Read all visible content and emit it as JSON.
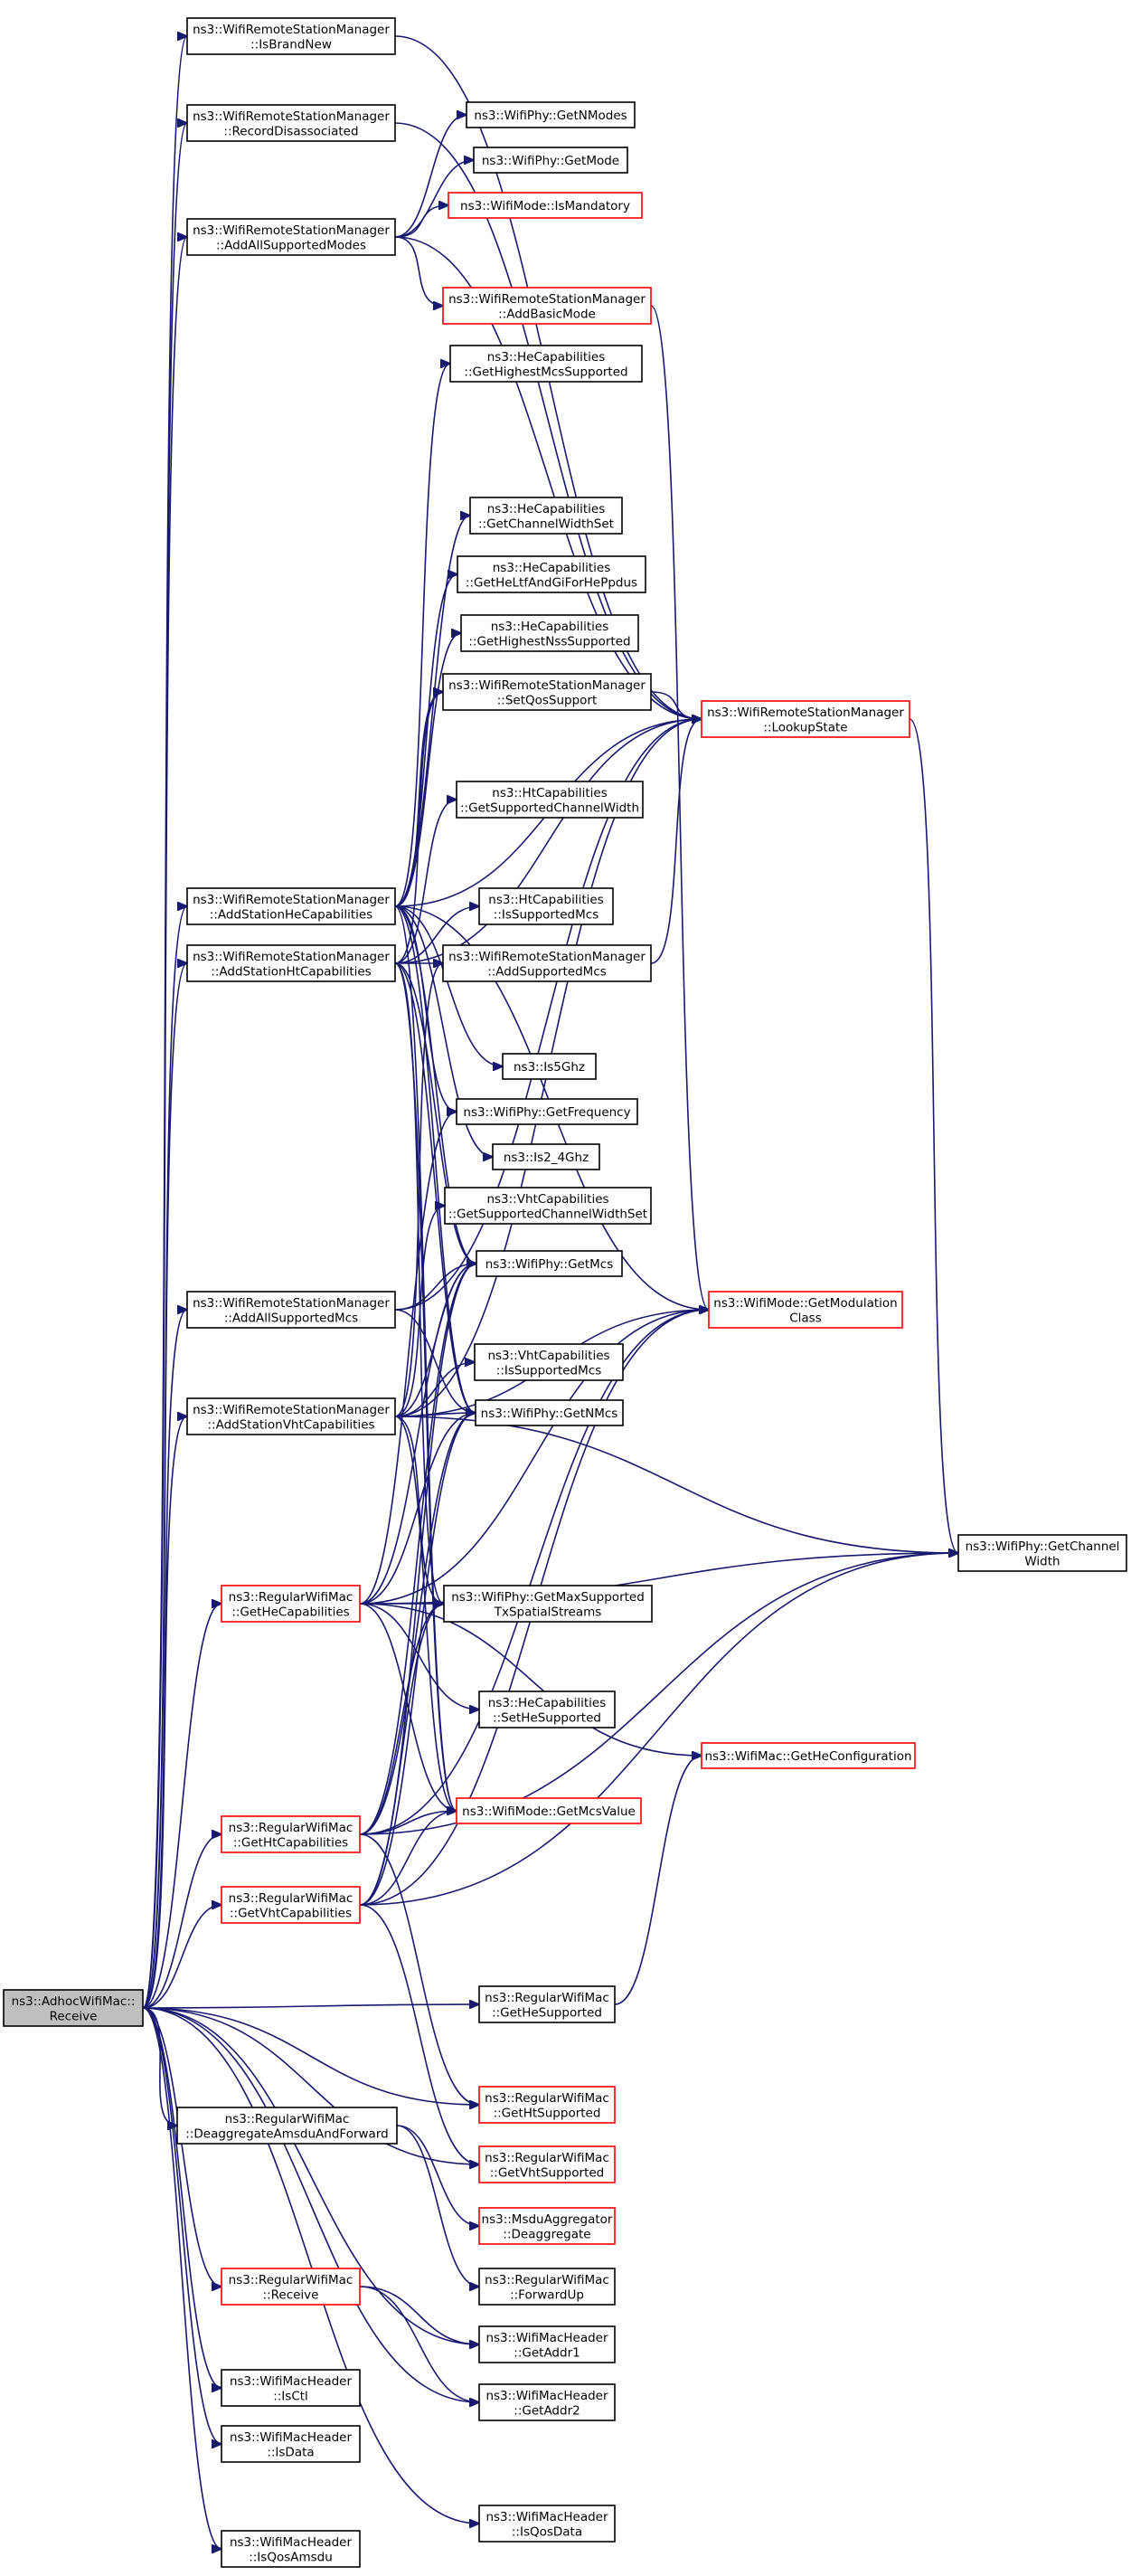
{
  "colors": {
    "edge": "#191970",
    "black_border": "#000000",
    "red_border": "#ff0000",
    "root_fill": "#bfbfbf"
  },
  "nodes": [
    {
      "id": "root",
      "lines": [
        "ns3::AdhocWifiMac::",
        "Receive"
      ],
      "border": "root"
    },
    {
      "id": "isBrandNew",
      "lines": [
        "ns3::WifiRemoteStationManager",
        "::IsBrandNew"
      ],
      "border": "black"
    },
    {
      "id": "recordDisassoc",
      "lines": [
        "ns3::WifiRemoteStationManager",
        "::RecordDisassociated"
      ],
      "border": "black"
    },
    {
      "id": "addAllSupportedModes",
      "lines": [
        "ns3::WifiRemoteStationManager",
        "::AddAllSupportedModes"
      ],
      "border": "black"
    },
    {
      "id": "getNModes",
      "lines": [
        "ns3::WifiPhy::GetNModes"
      ],
      "border": "black"
    },
    {
      "id": "getMode",
      "lines": [
        "ns3::WifiPhy::GetMode"
      ],
      "border": "black"
    },
    {
      "id": "isMandatory",
      "lines": [
        "ns3::WifiMode::IsMandatory"
      ],
      "border": "red"
    },
    {
      "id": "addBasicMode",
      "lines": [
        "ns3::WifiRemoteStationManager",
        "::AddBasicMode"
      ],
      "border": "red"
    },
    {
      "id": "heGetHighestMcs",
      "lines": [
        "ns3::HeCapabilities",
        "::GetHighestMcsSupported"
      ],
      "border": "black"
    },
    {
      "id": "heGetChannelWidthSet",
      "lines": [
        "ns3::HeCapabilities",
        "::GetChannelWidthSet"
      ],
      "border": "black"
    },
    {
      "id": "heGetHeLtf",
      "lines": [
        "ns3::HeCapabilities",
        "::GetHeLtfAndGiForHePpdus"
      ],
      "border": "black"
    },
    {
      "id": "heGetHighestNss",
      "lines": [
        "ns3::HeCapabilities",
        "::GetHighestNssSupported"
      ],
      "border": "black"
    },
    {
      "id": "setQosSupport",
      "lines": [
        "ns3::WifiRemoteStationManager",
        "::SetQosSupport"
      ],
      "border": "black"
    },
    {
      "id": "lookupState",
      "lines": [
        "ns3::WifiRemoteStationManager",
        "::LookupState"
      ],
      "border": "red"
    },
    {
      "id": "htGetSupportedCw",
      "lines": [
        "ns3::HtCapabilities",
        "::GetSupportedChannelWidth"
      ],
      "border": "black"
    },
    {
      "id": "addStationHe",
      "lines": [
        "ns3::WifiRemoteStationManager",
        "::AddStationHeCapabilities"
      ],
      "border": "black"
    },
    {
      "id": "htIsSupportedMcs",
      "lines": [
        "ns3::HtCapabilities",
        "::IsSupportedMcs"
      ],
      "border": "black"
    },
    {
      "id": "addStationHt",
      "lines": [
        "ns3::WifiRemoteStationManager",
        "::AddStationHtCapabilities"
      ],
      "border": "black"
    },
    {
      "id": "addSupportedMcs",
      "lines": [
        "ns3::WifiRemoteStationManager",
        "::AddSupportedMcs"
      ],
      "border": "black"
    },
    {
      "id": "is5Ghz",
      "lines": [
        "ns3::Is5Ghz"
      ],
      "border": "black"
    },
    {
      "id": "getFrequency",
      "lines": [
        "ns3::WifiPhy::GetFrequency"
      ],
      "border": "black"
    },
    {
      "id": "is24Ghz",
      "lines": [
        "ns3::Is2_4Ghz"
      ],
      "border": "black"
    },
    {
      "id": "vhtGetSupportedCws",
      "lines": [
        "ns3::VhtCapabilities",
        "::GetSupportedChannelWidthSet"
      ],
      "border": "black"
    },
    {
      "id": "addAllSupportedMcs",
      "lines": [
        "ns3::WifiRemoteStationManager",
        "::AddAllSupportedMcs"
      ],
      "border": "black"
    },
    {
      "id": "getMcs",
      "lines": [
        "ns3::WifiPhy::GetMcs"
      ],
      "border": "black"
    },
    {
      "id": "getModulationClass",
      "lines": [
        "ns3::WifiMode::GetModulation",
        "Class"
      ],
      "border": "red"
    },
    {
      "id": "vhtIsSupportedMcs",
      "lines": [
        "ns3::VhtCapabilities",
        "::IsSupportedMcs"
      ],
      "border": "black"
    },
    {
      "id": "addStationVht",
      "lines": [
        "ns3::WifiRemoteStationManager",
        "::AddStationVhtCapabilities"
      ],
      "border": "black"
    },
    {
      "id": "getNMcs",
      "lines": [
        "ns3::WifiPhy::GetNMcs"
      ],
      "border": "black"
    },
    {
      "id": "getChannelWidth",
      "lines": [
        "ns3::WifiPhy::GetChannel",
        "Width"
      ],
      "border": "black"
    },
    {
      "id": "getHeCapabilities",
      "lines": [
        "ns3::RegularWifiMac",
        "::GetHeCapabilities"
      ],
      "border": "red"
    },
    {
      "id": "getMaxSts",
      "lines": [
        "ns3::WifiPhy::GetMaxSupported",
        "TxSpatialStreams"
      ],
      "border": "black"
    },
    {
      "id": "heSetHeSupported",
      "lines": [
        "ns3::HeCapabilities",
        "::SetHeSupported"
      ],
      "border": "black"
    },
    {
      "id": "getHeConfiguration",
      "lines": [
        "ns3::WifiMac::GetHeConfiguration"
      ],
      "border": "red"
    },
    {
      "id": "getHtCapabilities",
      "lines": [
        "ns3::RegularWifiMac",
        "::GetHtCapabilities"
      ],
      "border": "red"
    },
    {
      "id": "getMcsValue",
      "lines": [
        "ns3::WifiMode::GetMcsValue"
      ],
      "border": "red"
    },
    {
      "id": "getVhtCapabilities",
      "lines": [
        "ns3::RegularWifiMac",
        "::GetVhtCapabilities"
      ],
      "border": "red"
    },
    {
      "id": "getHeSupported",
      "lines": [
        "ns3::RegularWifiMac",
        "::GetHeSupported"
      ],
      "border": "black"
    },
    {
      "id": "getHtSupported",
      "lines": [
        "ns3::RegularWifiMac",
        "::GetHtSupported"
      ],
      "border": "red"
    },
    {
      "id": "deaggAmsdu",
      "lines": [
        "ns3::RegularWifiMac",
        "::DeaggregateAmsduAndForward"
      ],
      "border": "black"
    },
    {
      "id": "getVhtSupported",
      "lines": [
        "ns3::RegularWifiMac",
        "::GetVhtSupported"
      ],
      "border": "red"
    },
    {
      "id": "msduDeaggregate",
      "lines": [
        "ns3::MsduAggregator",
        "::Deaggregate"
      ],
      "border": "red"
    },
    {
      "id": "regReceive",
      "lines": [
        "ns3::RegularWifiMac",
        "::Receive"
      ],
      "border": "red"
    },
    {
      "id": "forwardUp",
      "lines": [
        "ns3::RegularWifiMac",
        "::ForwardUp"
      ],
      "border": "black"
    },
    {
      "id": "getAddr1",
      "lines": [
        "ns3::WifiMacHeader",
        "::GetAddr1"
      ],
      "border": "black"
    },
    {
      "id": "isCtl",
      "lines": [
        "ns3::WifiMacHeader",
        "::IsCtl"
      ],
      "border": "black"
    },
    {
      "id": "getAddr2",
      "lines": [
        "ns3::WifiMacHeader",
        "::GetAddr2"
      ],
      "border": "black"
    },
    {
      "id": "isData",
      "lines": [
        "ns3::WifiMacHeader",
        "::IsData"
      ],
      "border": "black"
    },
    {
      "id": "isQosData",
      "lines": [
        "ns3::WifiMacHeader",
        "::IsQosData"
      ],
      "border": "black"
    },
    {
      "id": "isQosAmsdu",
      "lines": [
        "ns3::WifiMacHeader",
        "::IsQosAmsdu"
      ],
      "border": "black"
    }
  ],
  "edges": [
    [
      "root",
      "isBrandNew"
    ],
    [
      "root",
      "recordDisassoc"
    ],
    [
      "root",
      "addAllSupportedModes"
    ],
    [
      "root",
      "addStationHe"
    ],
    [
      "root",
      "addStationHt"
    ],
    [
      "root",
      "addAllSupportedMcs"
    ],
    [
      "root",
      "addStationVht"
    ],
    [
      "root",
      "getHeCapabilities"
    ],
    [
      "root",
      "getHtCapabilities"
    ],
    [
      "root",
      "getVhtCapabilities"
    ],
    [
      "root",
      "getHeSupported"
    ],
    [
      "root",
      "getHtSupported"
    ],
    [
      "root",
      "deaggAmsdu"
    ],
    [
      "root",
      "getVhtSupported"
    ],
    [
      "root",
      "regReceive"
    ],
    [
      "root",
      "getAddr1"
    ],
    [
      "root",
      "isCtl"
    ],
    [
      "root",
      "getAddr2"
    ],
    [
      "root",
      "isData"
    ],
    [
      "root",
      "isQosData"
    ],
    [
      "root",
      "isQosAmsdu"
    ],
    [
      "isBrandNew",
      "lookupState"
    ],
    [
      "recordDisassoc",
      "lookupState"
    ],
    [
      "addAllSupportedModes",
      "getNModes"
    ],
    [
      "addAllSupportedModes",
      "getMode"
    ],
    [
      "addAllSupportedModes",
      "isMandatory"
    ],
    [
      "addAllSupportedModes",
      "addBasicMode"
    ],
    [
      "addAllSupportedModes",
      "lookupState"
    ],
    [
      "addBasicMode",
      "getModulationClass"
    ],
    [
      "setQosSupport",
      "lookupState"
    ],
    [
      "addSupportedMcs",
      "lookupState"
    ],
    [
      "lookupState",
      "getChannelWidth"
    ],
    [
      "addStationHe",
      "heGetHighestMcs"
    ],
    [
      "addStationHe",
      "heGetChannelWidthSet"
    ],
    [
      "addStationHe",
      "heGetHeLtf"
    ],
    [
      "addStationHe",
      "heGetHighestNss"
    ],
    [
      "addStationHe",
      "setQosSupport"
    ],
    [
      "addStationHe",
      "lookupState"
    ],
    [
      "addStationHe",
      "getModulationClass"
    ],
    [
      "addStationHe",
      "is5Ghz"
    ],
    [
      "addStationHe",
      "getFrequency"
    ],
    [
      "addStationHe",
      "is24Ghz"
    ],
    [
      "addStationHe",
      "getMcs"
    ],
    [
      "addStationHe",
      "getNMcs"
    ],
    [
      "addStationHe",
      "getMcsValue"
    ],
    [
      "addStationHt",
      "htGetSupportedCw"
    ],
    [
      "addStationHt",
      "htIsSupportedMcs"
    ],
    [
      "addStationHt",
      "addSupportedMcs"
    ],
    [
      "addStationHt",
      "setQosSupport"
    ],
    [
      "addStationHt",
      "lookupState"
    ],
    [
      "addStationHt",
      "getMcs"
    ],
    [
      "addStationHt",
      "getNMcs"
    ],
    [
      "addStationHt",
      "getMcsValue"
    ],
    [
      "addStationHt",
      "getMaxSts"
    ],
    [
      "addAllSupportedMcs",
      "getMcs"
    ],
    [
      "addAllSupportedMcs",
      "getNMcs"
    ],
    [
      "addAllSupportedMcs",
      "lookupState"
    ],
    [
      "addStationVht",
      "vhtGetSupportedCws"
    ],
    [
      "addStationVht",
      "vhtIsSupportedMcs"
    ],
    [
      "addStationVht",
      "addSupportedMcs"
    ],
    [
      "addStationVht",
      "getMcs"
    ],
    [
      "addStationVht",
      "getNMcs"
    ],
    [
      "addStationVht",
      "getModulationClass"
    ],
    [
      "addStationVht",
      "getChannelWidth"
    ],
    [
      "addStationVht",
      "getMaxSts"
    ],
    [
      "addStationVht",
      "getMcsValue"
    ],
    [
      "addStationVht",
      "lookupState"
    ],
    [
      "getHeCapabilities",
      "getMcs"
    ],
    [
      "getHeCapabilities",
      "getNMcs"
    ],
    [
      "getHeCapabilities",
      "getChannelWidth"
    ],
    [
      "getHeCapabilities",
      "getMaxSts"
    ],
    [
      "getHeCapabilities",
      "heSetHeSupported"
    ],
    [
      "getHeCapabilities",
      "getHeConfiguration"
    ],
    [
      "getHeCapabilities",
      "getMcsValue"
    ],
    [
      "getHeCapabilities",
      "getModulationClass"
    ],
    [
      "getHeCapabilities",
      "getFrequency"
    ],
    [
      "getHtCapabilities",
      "getMcs"
    ],
    [
      "getHtCapabilities",
      "getNMcs"
    ],
    [
      "getHtCapabilities",
      "getMaxSts"
    ],
    [
      "getHtCapabilities",
      "getMcsValue"
    ],
    [
      "getHtCapabilities",
      "getChannelWidth"
    ],
    [
      "getHtCapabilities",
      "getModulationClass"
    ],
    [
      "getHtCapabilities",
      "getHtSupported"
    ],
    [
      "getVhtCapabilities",
      "getMcs"
    ],
    [
      "getVhtCapabilities",
      "getNMcs"
    ],
    [
      "getVhtCapabilities",
      "getMaxSts"
    ],
    [
      "getVhtCapabilities",
      "getMcsValue"
    ],
    [
      "getVhtCapabilities",
      "getChannelWidth"
    ],
    [
      "getVhtCapabilities",
      "getModulationClass"
    ],
    [
      "getVhtCapabilities",
      "getVhtSupported"
    ],
    [
      "getHeSupported",
      "getHeConfiguration"
    ],
    [
      "deaggAmsdu",
      "msduDeaggregate"
    ],
    [
      "deaggAmsdu",
      "forwardUp"
    ],
    [
      "regReceive",
      "getAddr1"
    ],
    [
      "regReceive",
      "getAddr2"
    ]
  ]
}
